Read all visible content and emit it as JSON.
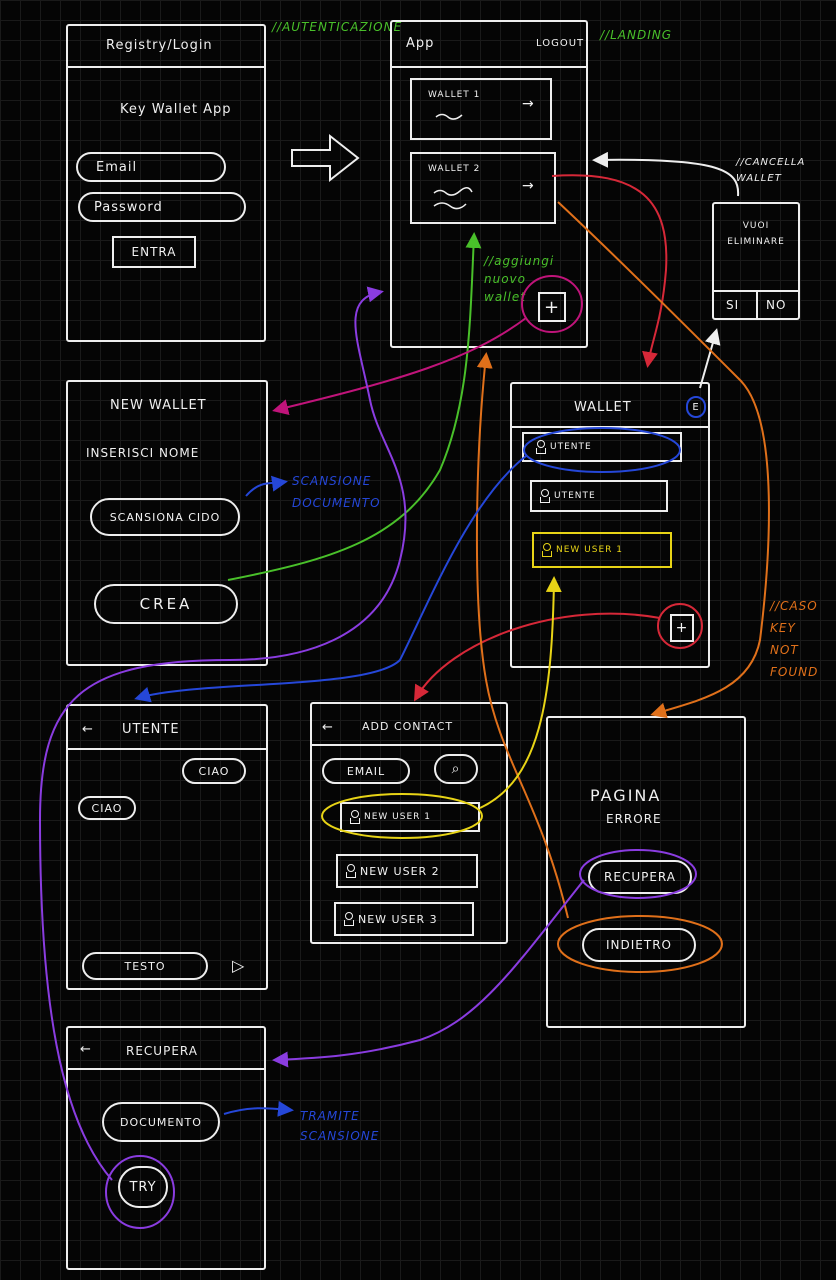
{
  "notes": {
    "auth": "//AUTENTICAZIONE",
    "landing": "//LANDING",
    "add_wallet": "//aggiungi nuovo wallet",
    "delete_wallet": "//CANCELLA WALLET",
    "scan_document": "SCANSIONE DOCUMENTO",
    "not_found": "//CASO KEY NOT FOUND",
    "via_scan": "TRAMITE SCANSIONE"
  },
  "screens": {
    "login": {
      "title": "Registry/Login",
      "app_name": "Key Wallet App",
      "email": "Email",
      "password": "Password",
      "enter": "ENTRA"
    },
    "landing": {
      "title": "App",
      "logout": "LOGOUT",
      "wallets": [
        "WALLET 1",
        "WALLET 2"
      ],
      "add": "+"
    },
    "confirm": {
      "question": "VUOI ELIMINARE",
      "yes": "SI",
      "no": "NO"
    },
    "new_wallet": {
      "title": "NEW WALLET",
      "name_label": "INSERISCI NOME",
      "scan_id": "SCANSIONA CIDO",
      "create": "CREA"
    },
    "wallet": {
      "title": "WALLET",
      "edit": "E",
      "users": [
        "UTENTE",
        "UTENTE",
        "NEW USER 1"
      ],
      "add": "+"
    },
    "user": {
      "back": "←",
      "title": "UTENTE",
      "msg_sent": "CIAO",
      "msg_received": "CIAO",
      "input": "TESTO",
      "send": "▷"
    },
    "add_contact": {
      "back": "←",
      "title": "ADD CONTACT",
      "email": "EMAIL",
      "search": "⌕",
      "users": [
        "NEW USER 1",
        "NEW USER 2",
        "NEW USER 3"
      ]
    },
    "error": {
      "title_line1": "PAGINA",
      "title_line2": "ERRORE",
      "recover": "RECUPERA",
      "back_btn": "INDIETRO"
    },
    "recover": {
      "back": "←",
      "title": "RECUPERA",
      "document": "DOCUMENTO",
      "try": "TRY"
    }
  },
  "colors": {
    "frame": "#eeeeee",
    "green": "#49c02a",
    "magenta": "#c0147a",
    "red": "#d62838",
    "orange": "#e0701a",
    "purple": "#8a3ce0",
    "blue": "#2547d8",
    "yellow": "#e8d416"
  }
}
